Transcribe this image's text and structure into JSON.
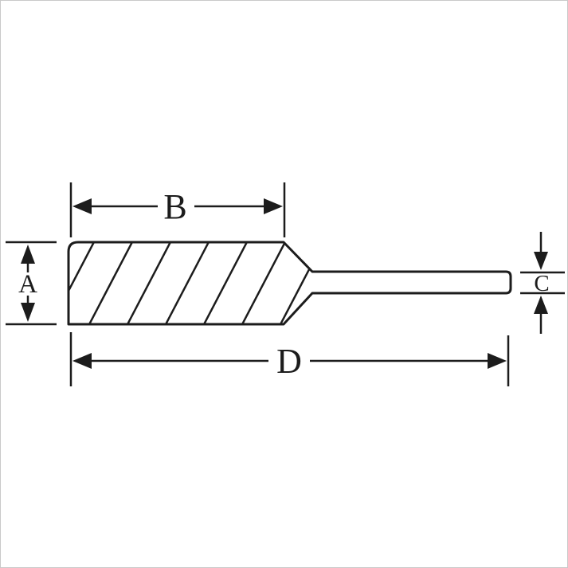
{
  "diagram": {
    "dimension_labels": {
      "head_diameter": "A",
      "head_length": "B",
      "shank_diameter": "C",
      "overall_length": "D"
    },
    "colors": {
      "line": "#1c1c1c",
      "background": "#ffffff"
    }
  }
}
